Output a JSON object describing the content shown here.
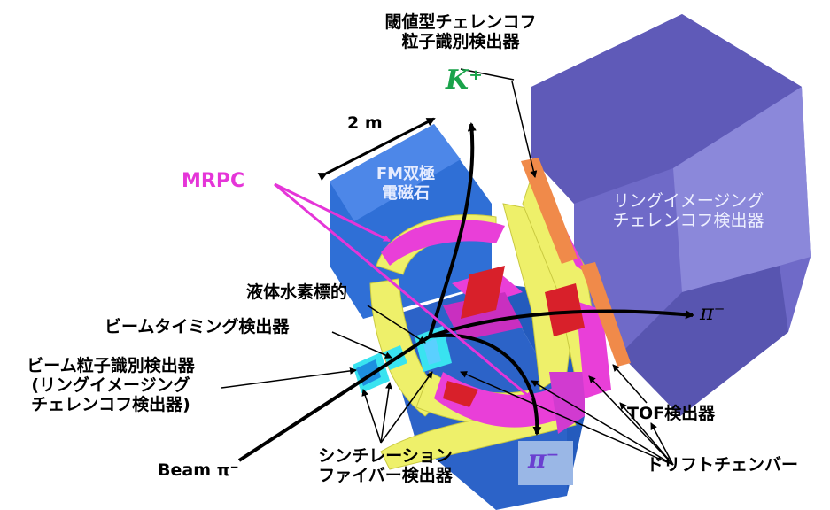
{
  "labels": {
    "threshold_cherenkov": [
      "閾値型チェレンコフ",
      "粒子識別検出器"
    ],
    "kaon_plus": "K⁺",
    "two_m": "2 m",
    "magnet": [
      "FM双極",
      "電磁石"
    ],
    "mrpc": "MRPC",
    "rich": [
      "リングイメージング",
      "チェレンコフ検出器"
    ],
    "lh2_target": "液体水素標的",
    "beam_timing": "ビームタイミング検出器",
    "pi_minus_right": "π⁻",
    "beam_pid": [
      "ビーム粒子識別検出器",
      "(リングイメージング",
      "チェレンコフ検出器)"
    ],
    "tof": "TOF検出器",
    "beam_pi": "Beam π⁻",
    "scifi": [
      "シンチレーション",
      "ファイバー検出器"
    ],
    "pi_minus_bottom": "π⁻",
    "drift_chamber": "ドリフトチェンバー"
  },
  "colors": {
    "magnet_blue": "#2f6fd6",
    "rich_purple": "#6f6ac8",
    "yellow_detector": "#eef06a",
    "magenta_detector": "#e93fd8",
    "red_detector": "#d8202a",
    "orange_plate": "#f08a4a",
    "cyan_scifi": "#39e3f0",
    "kaon_green": "#19a34a"
  }
}
